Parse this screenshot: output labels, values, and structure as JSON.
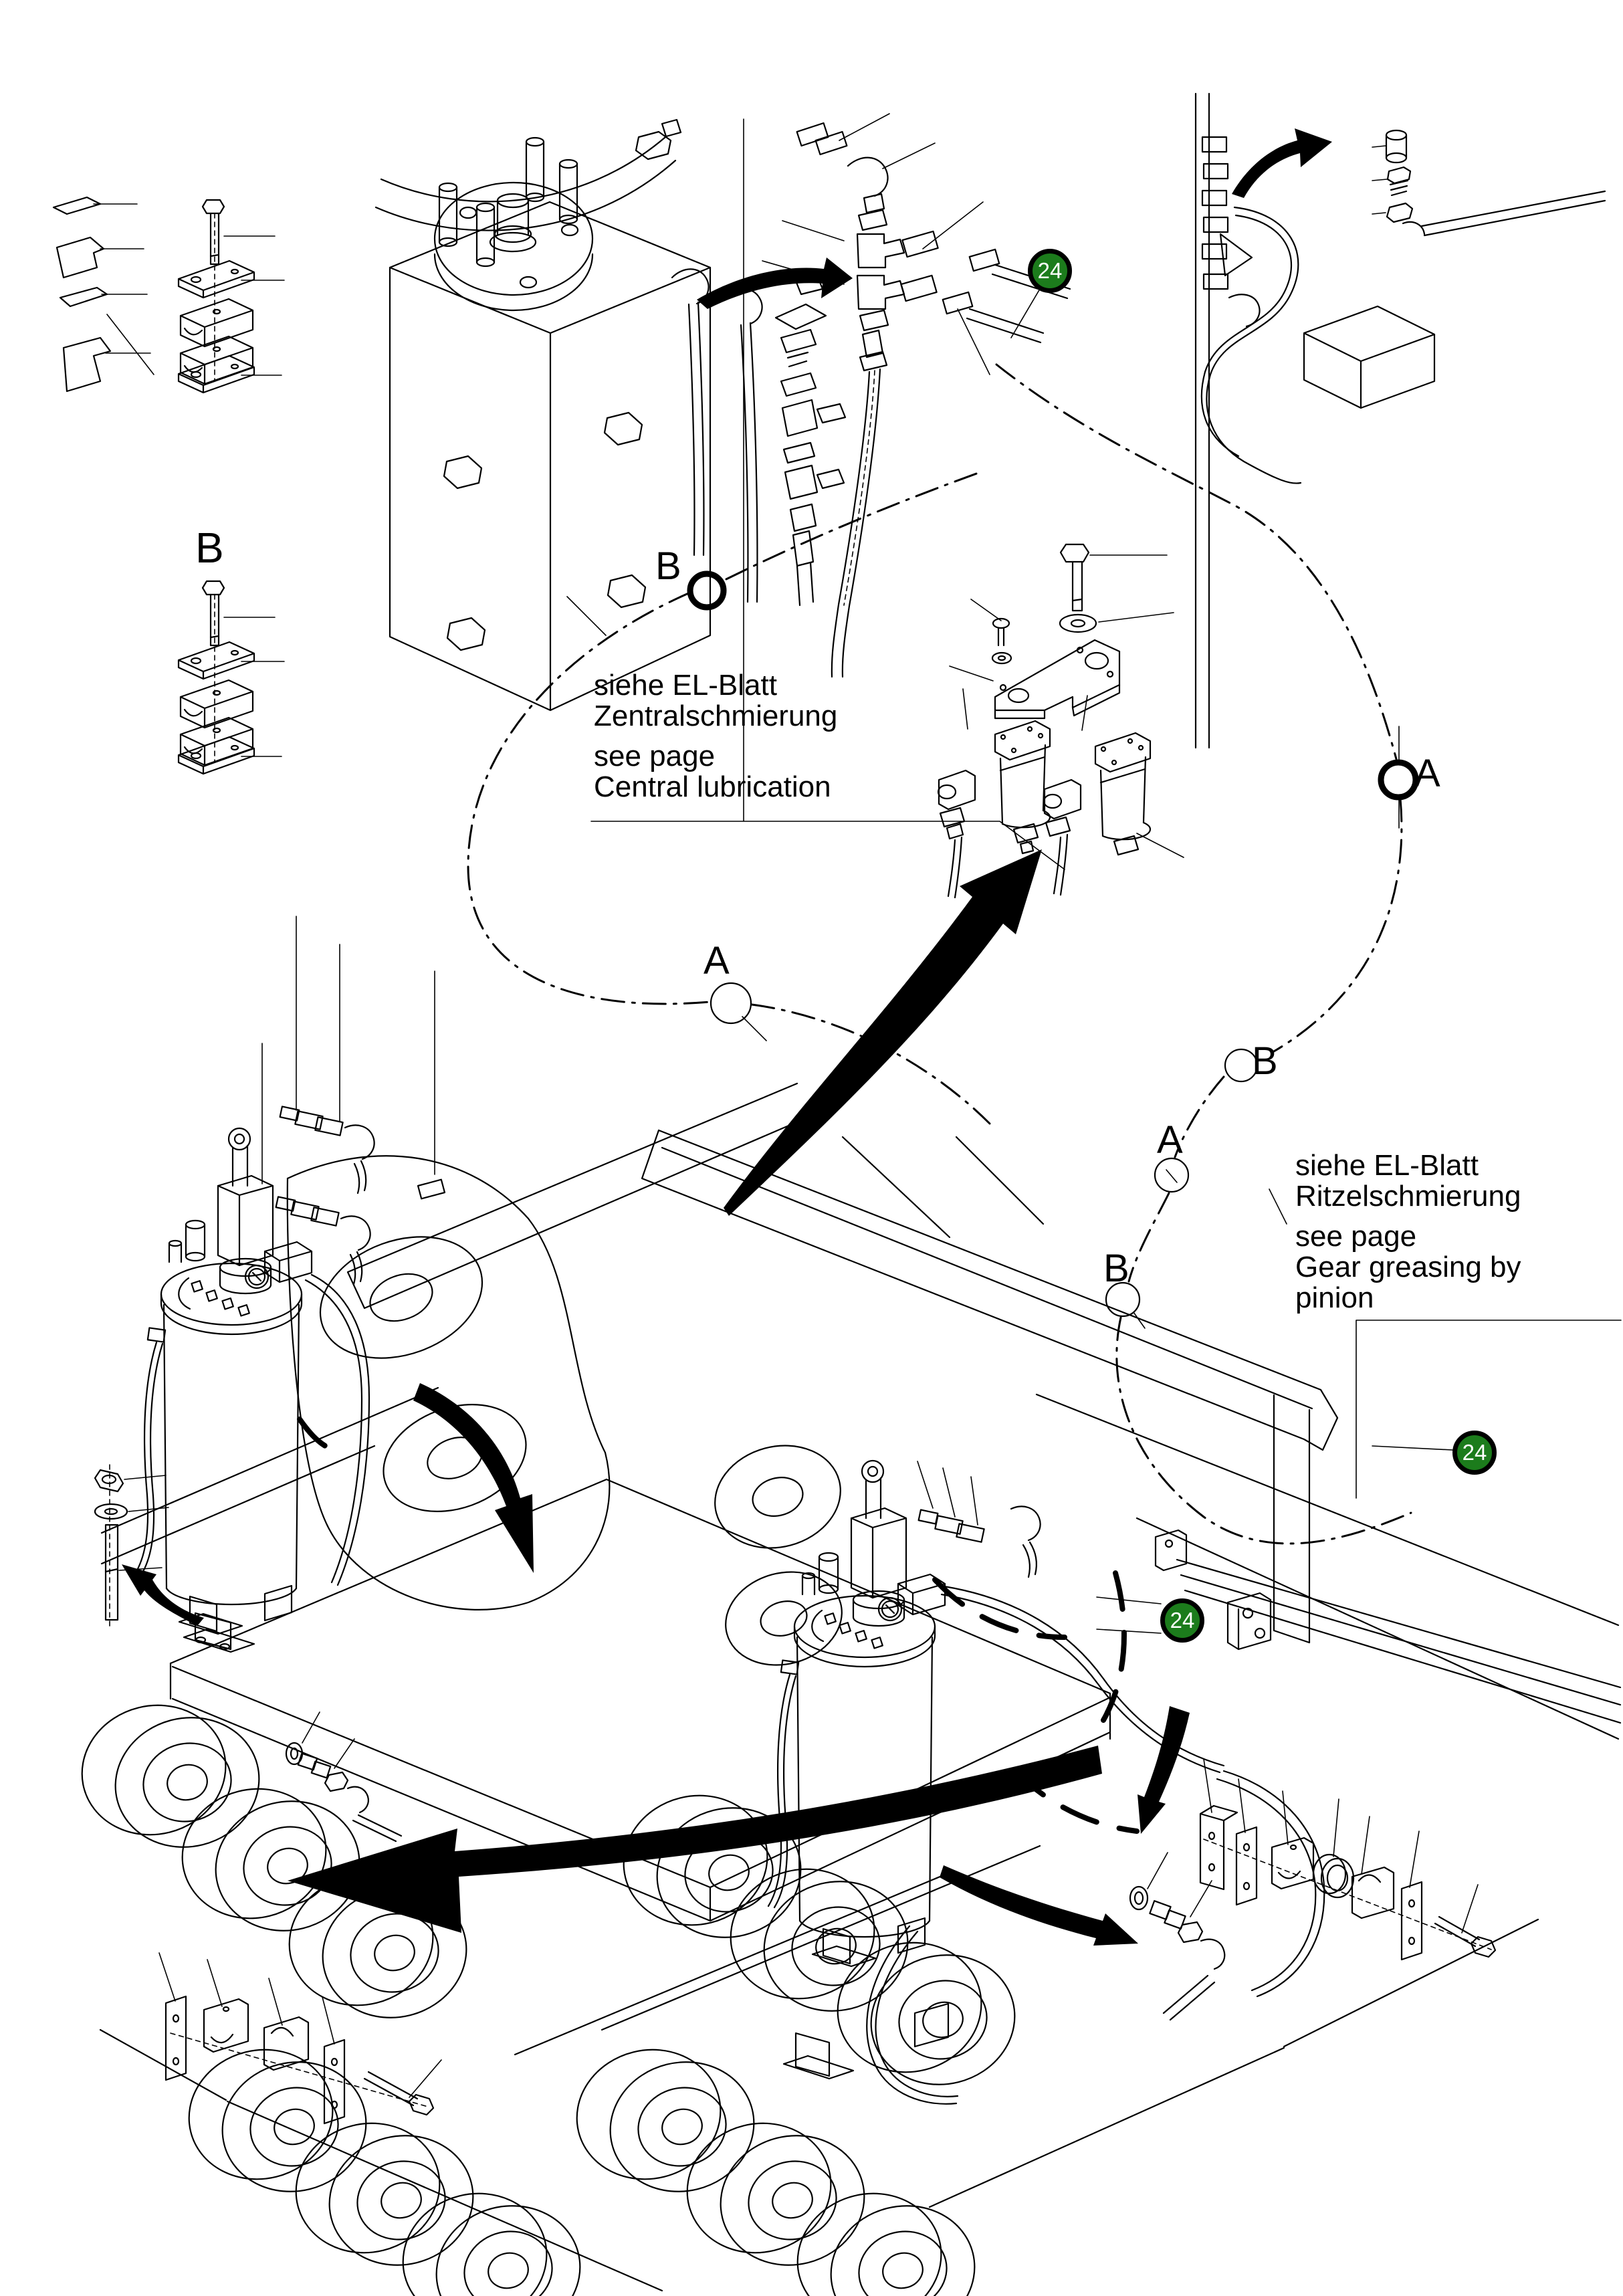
{
  "colors": {
    "badge_fill": "#1c7c1c",
    "badge_ring": "#000000",
    "badge_text": "#ffffff",
    "line": "#000000",
    "background": "#ffffff"
  },
  "badges": [
    {
      "label": "24"
    },
    {
      "label": "24"
    },
    {
      "label": "24"
    }
  ],
  "markers": [
    {
      "label": "B"
    },
    {
      "label": "B"
    },
    {
      "label": "A"
    },
    {
      "label": "A"
    },
    {
      "label": "B"
    },
    {
      "label": "A"
    },
    {
      "label": "B"
    }
  ],
  "notes": {
    "central": {
      "de1": "siehe EL-Blatt",
      "de2": "Zentralschmierung",
      "en1": "see page",
      "en2": "Central lubrication"
    },
    "pinion": {
      "de1": "siehe EL-Blatt",
      "de2": "Ritzelschmierung",
      "en1": "see page",
      "en2": "Gear greasing by",
      "en3": "pinion"
    }
  }
}
